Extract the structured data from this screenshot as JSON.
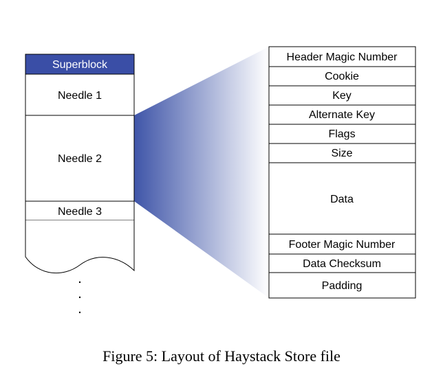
{
  "colors": {
    "superblock_fill": "#3a4ea6",
    "gradient_start": "#3f55a8",
    "gradient_end": "#ffffff",
    "stroke": "#000000"
  },
  "store_file": {
    "superblock": "Superblock",
    "needle_1": "Needle 1",
    "needle_2": "Needle 2",
    "needle_3": "Needle 3",
    "continuation": "..."
  },
  "needle_fields": {
    "header_magic_number": "Header Magic Number",
    "cookie": "Cookie",
    "key": "Key",
    "alternate_key": "Alternate Key",
    "flags": "Flags",
    "size": "Size",
    "data": "Data",
    "footer_magic_number": "Footer Magic Number",
    "data_checksum": "Data Checksum",
    "padding": "Padding"
  },
  "caption": "Figure 5: Layout of Haystack Store file"
}
